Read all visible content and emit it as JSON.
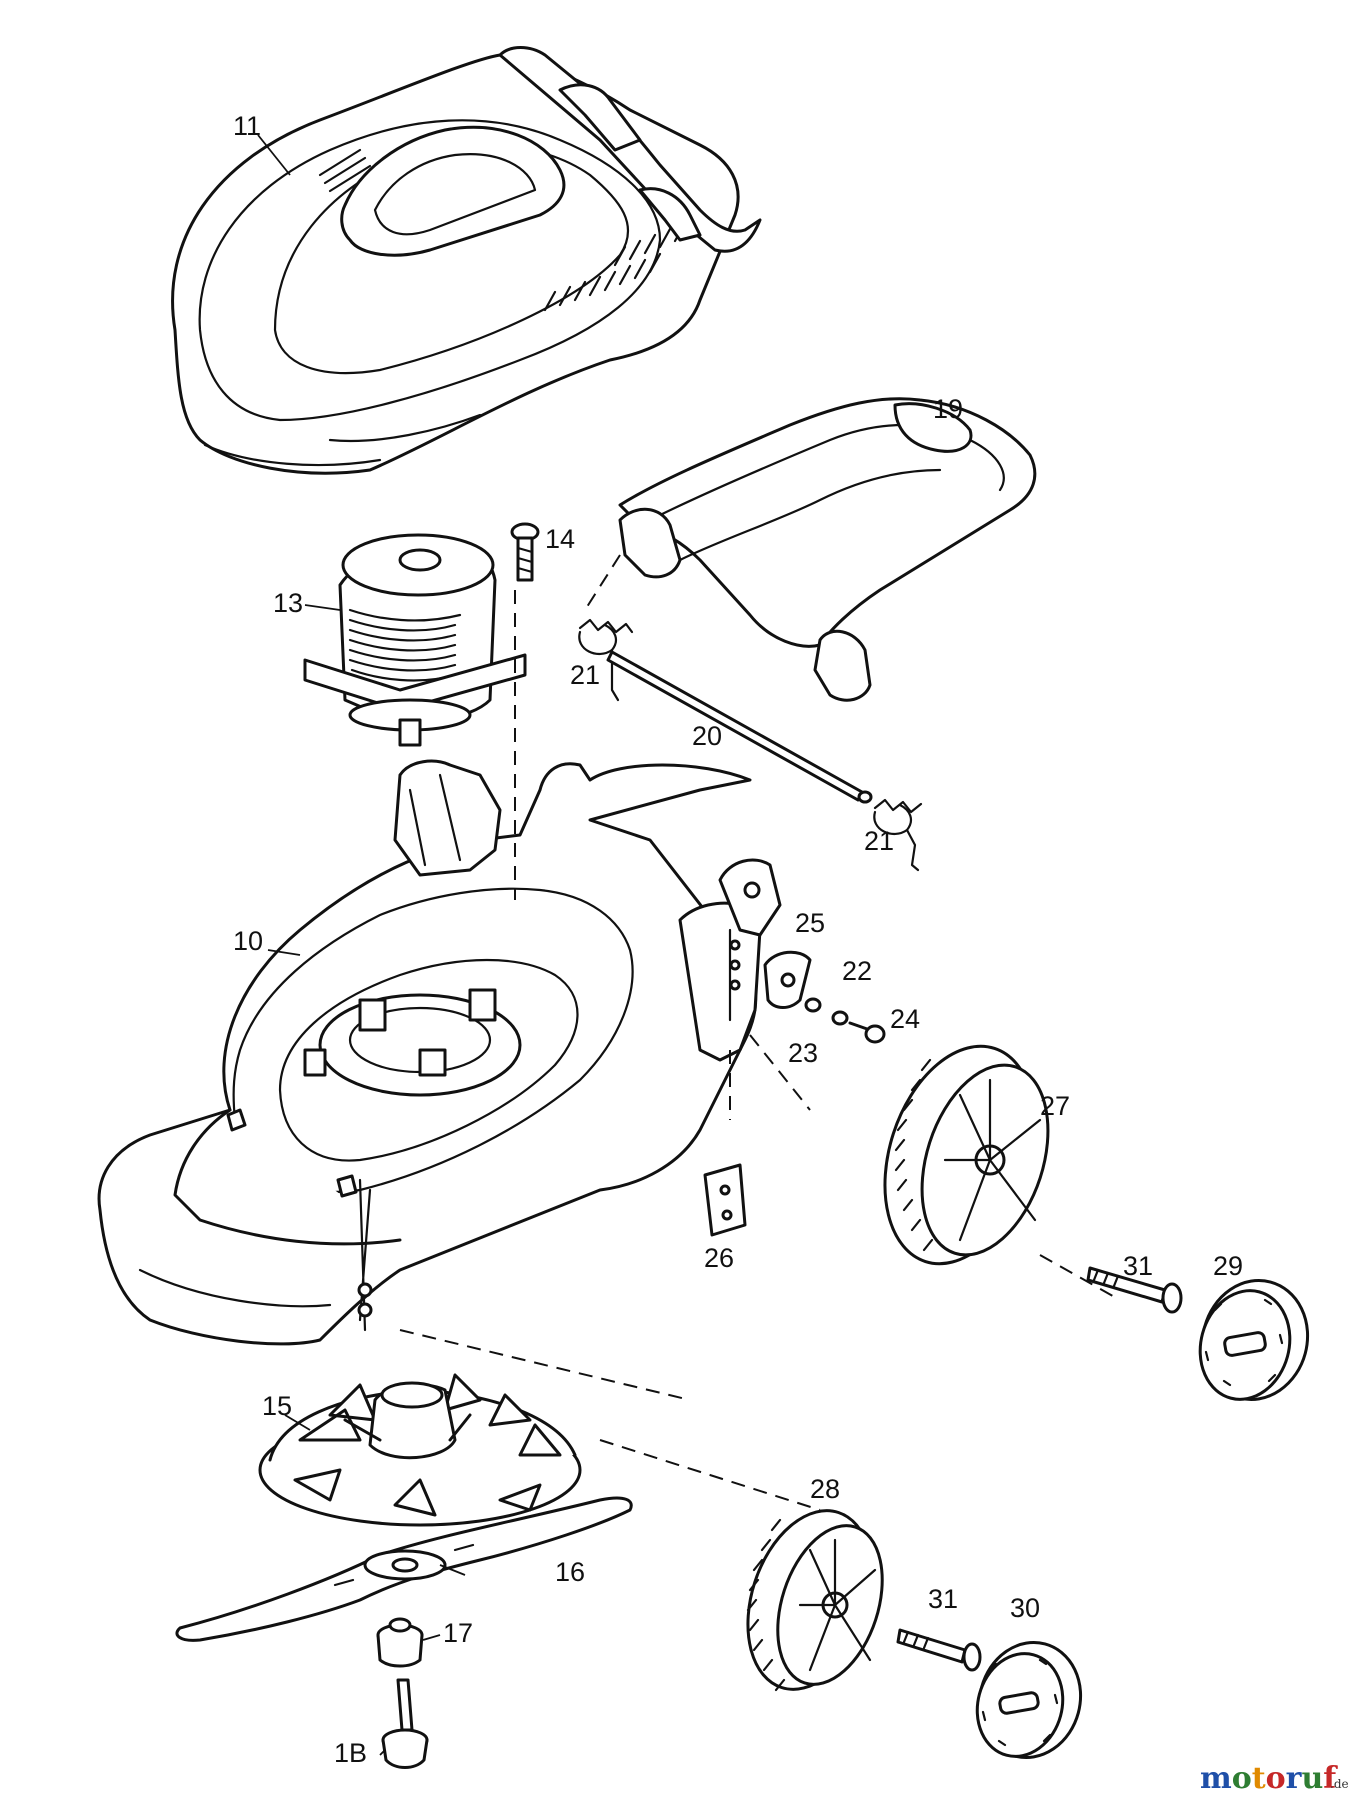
{
  "diagram": {
    "type": "exploded-parts-diagram",
    "callouts": [
      {
        "id": "p11",
        "label": "11"
      },
      {
        "id": "p19",
        "label": "19"
      },
      {
        "id": "p14",
        "label": "14"
      },
      {
        "id": "p13",
        "label": "13"
      },
      {
        "id": "p21a",
        "label": "21"
      },
      {
        "id": "p20",
        "label": "20"
      },
      {
        "id": "p21b",
        "label": "21"
      },
      {
        "id": "p10",
        "label": "10"
      },
      {
        "id": "p25",
        "label": "25"
      },
      {
        "id": "p22",
        "label": "22"
      },
      {
        "id": "p24",
        "label": "24"
      },
      {
        "id": "p23",
        "label": "23"
      },
      {
        "id": "p27",
        "label": "27"
      },
      {
        "id": "p26",
        "label": "26"
      },
      {
        "id": "p31a",
        "label": "31"
      },
      {
        "id": "p29",
        "label": "29"
      },
      {
        "id": "p15",
        "label": "15"
      },
      {
        "id": "p28",
        "label": "28"
      },
      {
        "id": "p16",
        "label": "16"
      },
      {
        "id": "p31b",
        "label": "31"
      },
      {
        "id": "p30",
        "label": "30"
      },
      {
        "id": "p17",
        "label": "17"
      },
      {
        "id": "p18",
        "label": "1B"
      }
    ]
  },
  "watermark": {
    "letters": [
      "m",
      "o",
      "t",
      "o",
      "r",
      "u",
      "f"
    ],
    "colors": [
      "#1f4fa8",
      "#2e7d32",
      "#e08a00",
      "#c62828",
      "#1f4fa8",
      "#2e7d32",
      "#c62828"
    ],
    "suffix": ".de"
  }
}
